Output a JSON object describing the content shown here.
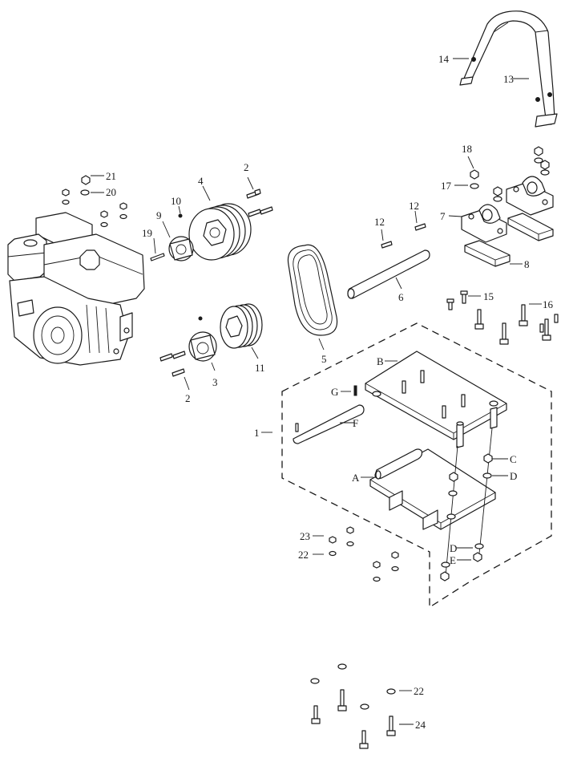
{
  "callouts": [
    {
      "id": "c21",
      "text": "21"
    },
    {
      "id": "c20",
      "text": "20"
    },
    {
      "id": "c4",
      "text": "4"
    },
    {
      "id": "c2a",
      "text": "2"
    },
    {
      "id": "c10",
      "text": "10"
    },
    {
      "id": "c9",
      "text": "9"
    },
    {
      "id": "c19",
      "text": "19"
    },
    {
      "id": "c3",
      "text": "3"
    },
    {
      "id": "c2b",
      "text": "2"
    },
    {
      "id": "c11",
      "text": "11"
    },
    {
      "id": "c5",
      "text": "5"
    },
    {
      "id": "c12a",
      "text": "12"
    },
    {
      "id": "c12b",
      "text": "12"
    },
    {
      "id": "c6",
      "text": "6"
    },
    {
      "id": "c14",
      "text": "14"
    },
    {
      "id": "c13",
      "text": "13"
    },
    {
      "id": "c18",
      "text": "18"
    },
    {
      "id": "c17",
      "text": "17"
    },
    {
      "id": "c7",
      "text": "7"
    },
    {
      "id": "c8",
      "text": "8"
    },
    {
      "id": "c15",
      "text": "15"
    },
    {
      "id": "c16",
      "text": "16"
    },
    {
      "id": "c1",
      "text": "1"
    },
    {
      "id": "cB",
      "text": "B"
    },
    {
      "id": "cG",
      "text": "G"
    },
    {
      "id": "cF",
      "text": "F"
    },
    {
      "id": "cA",
      "text": "A"
    },
    {
      "id": "cC",
      "text": "C"
    },
    {
      "id": "cD1",
      "text": "D"
    },
    {
      "id": "cD2",
      "text": "D"
    },
    {
      "id": "cE",
      "text": "E"
    },
    {
      "id": "c23",
      "text": "23"
    },
    {
      "id": "c22a",
      "text": "22"
    },
    {
      "id": "c22b",
      "text": "22"
    },
    {
      "id": "c24",
      "text": "24"
    }
  ]
}
